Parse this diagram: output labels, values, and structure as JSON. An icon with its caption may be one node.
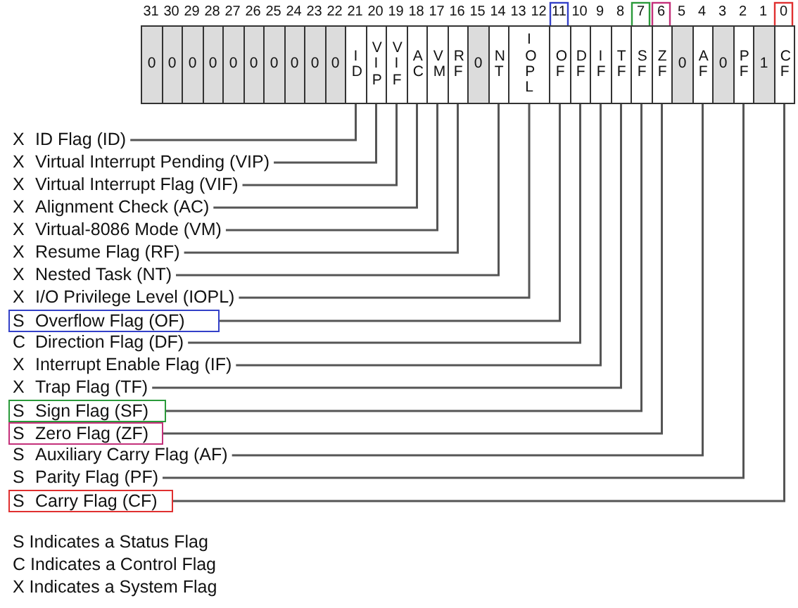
{
  "diagram": {
    "nodes": [
      {
        "text": [
          "0"
        ]
      },
      {
        "text": [
          "0"
        ]
      },
      {
        "text": [
          "0"
        ]
      },
      {
        "text": [
          "0"
        ]
      },
      {
        "text": [
          "0"
        ]
      },
      {
        "text": [
          "0"
        ]
      },
      {
        "text": [
          "0"
        ]
      },
      {
        "text": [
          "0"
        ]
      },
      {
        "text": [
          "0"
        ]
      },
      {
        "text": [
          "0"
        ]
      },
      {
        "text": [
          "ID"
        ]
      },
      {
        "text": [
          "VIP"
        ]
      },
      {
        "text": [
          "VIF"
        ]
      },
      {
        "text": [
          "AC"
        ]
      },
      {
        "text": [
          "VM"
        ]
      },
      {
        "text": [
          "RF"
        ]
      },
      {
        "text": [
          "0"
        ]
      },
      {
        "text": [
          "NT"
        ]
      },
      {
        "text": [
          "IOPL"
        ]
      },
      {
        "text": [
          "OF"
        ]
      },
      {
        "text": [
          "DF"
        ]
      },
      {
        "text": [
          "IF"
        ]
      },
      {
        "text": [
          "TF"
        ]
      },
      {
        "text": [
          "SF"
        ]
      },
      {
        "text": [
          "ZF"
        ]
      },
      {
        "text": [
          "0"
        ]
      },
      {
        "text": [
          "AF"
        ]
      },
      {
        "text": [
          "0"
        ]
      },
      {
        "text": [
          "PF"
        ]
      },
      {
        "text": [
          "1"
        ]
      },
      {
        "text": [
          "CF"
        ]
      },
      {
        "text": [
          "X",
          "ID Flag (ID)"
        ]
      },
      {
        "text": [
          "X",
          "Virtual Interrupt Pending (VIP)"
        ]
      },
      {
        "text": [
          "X",
          "Virtual Interrupt Flag (VIF)"
        ]
      },
      {
        "text": [
          "X",
          "Alignment Check (AC)"
        ]
      },
      {
        "text": [
          "X",
          "Virtual-8086 Mode (VM)"
        ]
      },
      {
        "text": [
          "X",
          "Resume Flag (RF)"
        ]
      },
      {
        "text": [
          "X",
          "Nested Task (NT)"
        ]
      },
      {
        "text": [
          "X",
          "I/O Privilege Level (IOPL)"
        ]
      },
      {
        "text": [
          "S",
          "Overflow Flag (OF)"
        ]
      },
      {
        "text": [
          "C",
          "Direction Flag (DF)"
        ]
      },
      {
        "text": [
          "X",
          "Interrupt Enable Flag (IF)"
        ]
      },
      {
        "text": [
          "X",
          "Trap Flag (TF)"
        ]
      },
      {
        "text": [
          "S",
          "Sign Flag (SF)"
        ]
      },
      {
        "text": [
          "S",
          "Zero Flag (ZF)"
        ]
      },
      {
        "text": [
          "S",
          "Auxiliary Carry Flag (AF)"
        ]
      },
      {
        "text": [
          "S",
          "Parity Flag (PF)"
        ]
      },
      {
        "text": [
          "S",
          "Carry Flag (CF)"
        ]
      }
    ],
    "edges": [
      {
        "from": 31,
        "to": 10,
        "arrow": "none"
      },
      {
        "from": 32,
        "to": 11,
        "arrow": "none"
      },
      {
        "from": 33,
        "to": 12,
        "arrow": "none"
      },
      {
        "from": 34,
        "to": 13,
        "arrow": "none"
      },
      {
        "from": 35,
        "to": 14,
        "arrow": "none"
      },
      {
        "from": 36,
        "to": 15,
        "arrow": "none"
      },
      {
        "from": 37,
        "to": 17,
        "arrow": "none"
      },
      {
        "from": 38,
        "to": 18,
        "arrow": "none"
      },
      {
        "from": 39,
        "to": 19,
        "arrow": "none"
      },
      {
        "from": 40,
        "to": 20,
        "arrow": "none"
      },
      {
        "from": 41,
        "to": 21,
        "arrow": "none"
      },
      {
        "from": 42,
        "to": 22,
        "arrow": "none"
      },
      {
        "from": 43,
        "to": 23,
        "arrow": "none"
      },
      {
        "from": 44,
        "to": 24,
        "arrow": "none"
      },
      {
        "from": 45,
        "to": 26,
        "arrow": "none"
      },
      {
        "from": 46,
        "to": 28,
        "arrow": "none"
      },
      {
        "from": 47,
        "to": 30,
        "arrow": "none"
      }
    ],
    "labels": [
      "31",
      "30",
      "29",
      "28",
      "27",
      "26",
      "25",
      "24",
      "23",
      "22",
      "21",
      "20",
      "19",
      "18",
      "17",
      "16",
      "15",
      "14",
      "13",
      "12",
      "11",
      "10",
      "9",
      "8",
      "7",
      "6",
      "5",
      "4",
      "3",
      "2",
      "1",
      "0",
      "S Indicates a Status Flag",
      "C Indicates a Control Flag",
      "X Indicates a System Flag"
    ]
  }
}
